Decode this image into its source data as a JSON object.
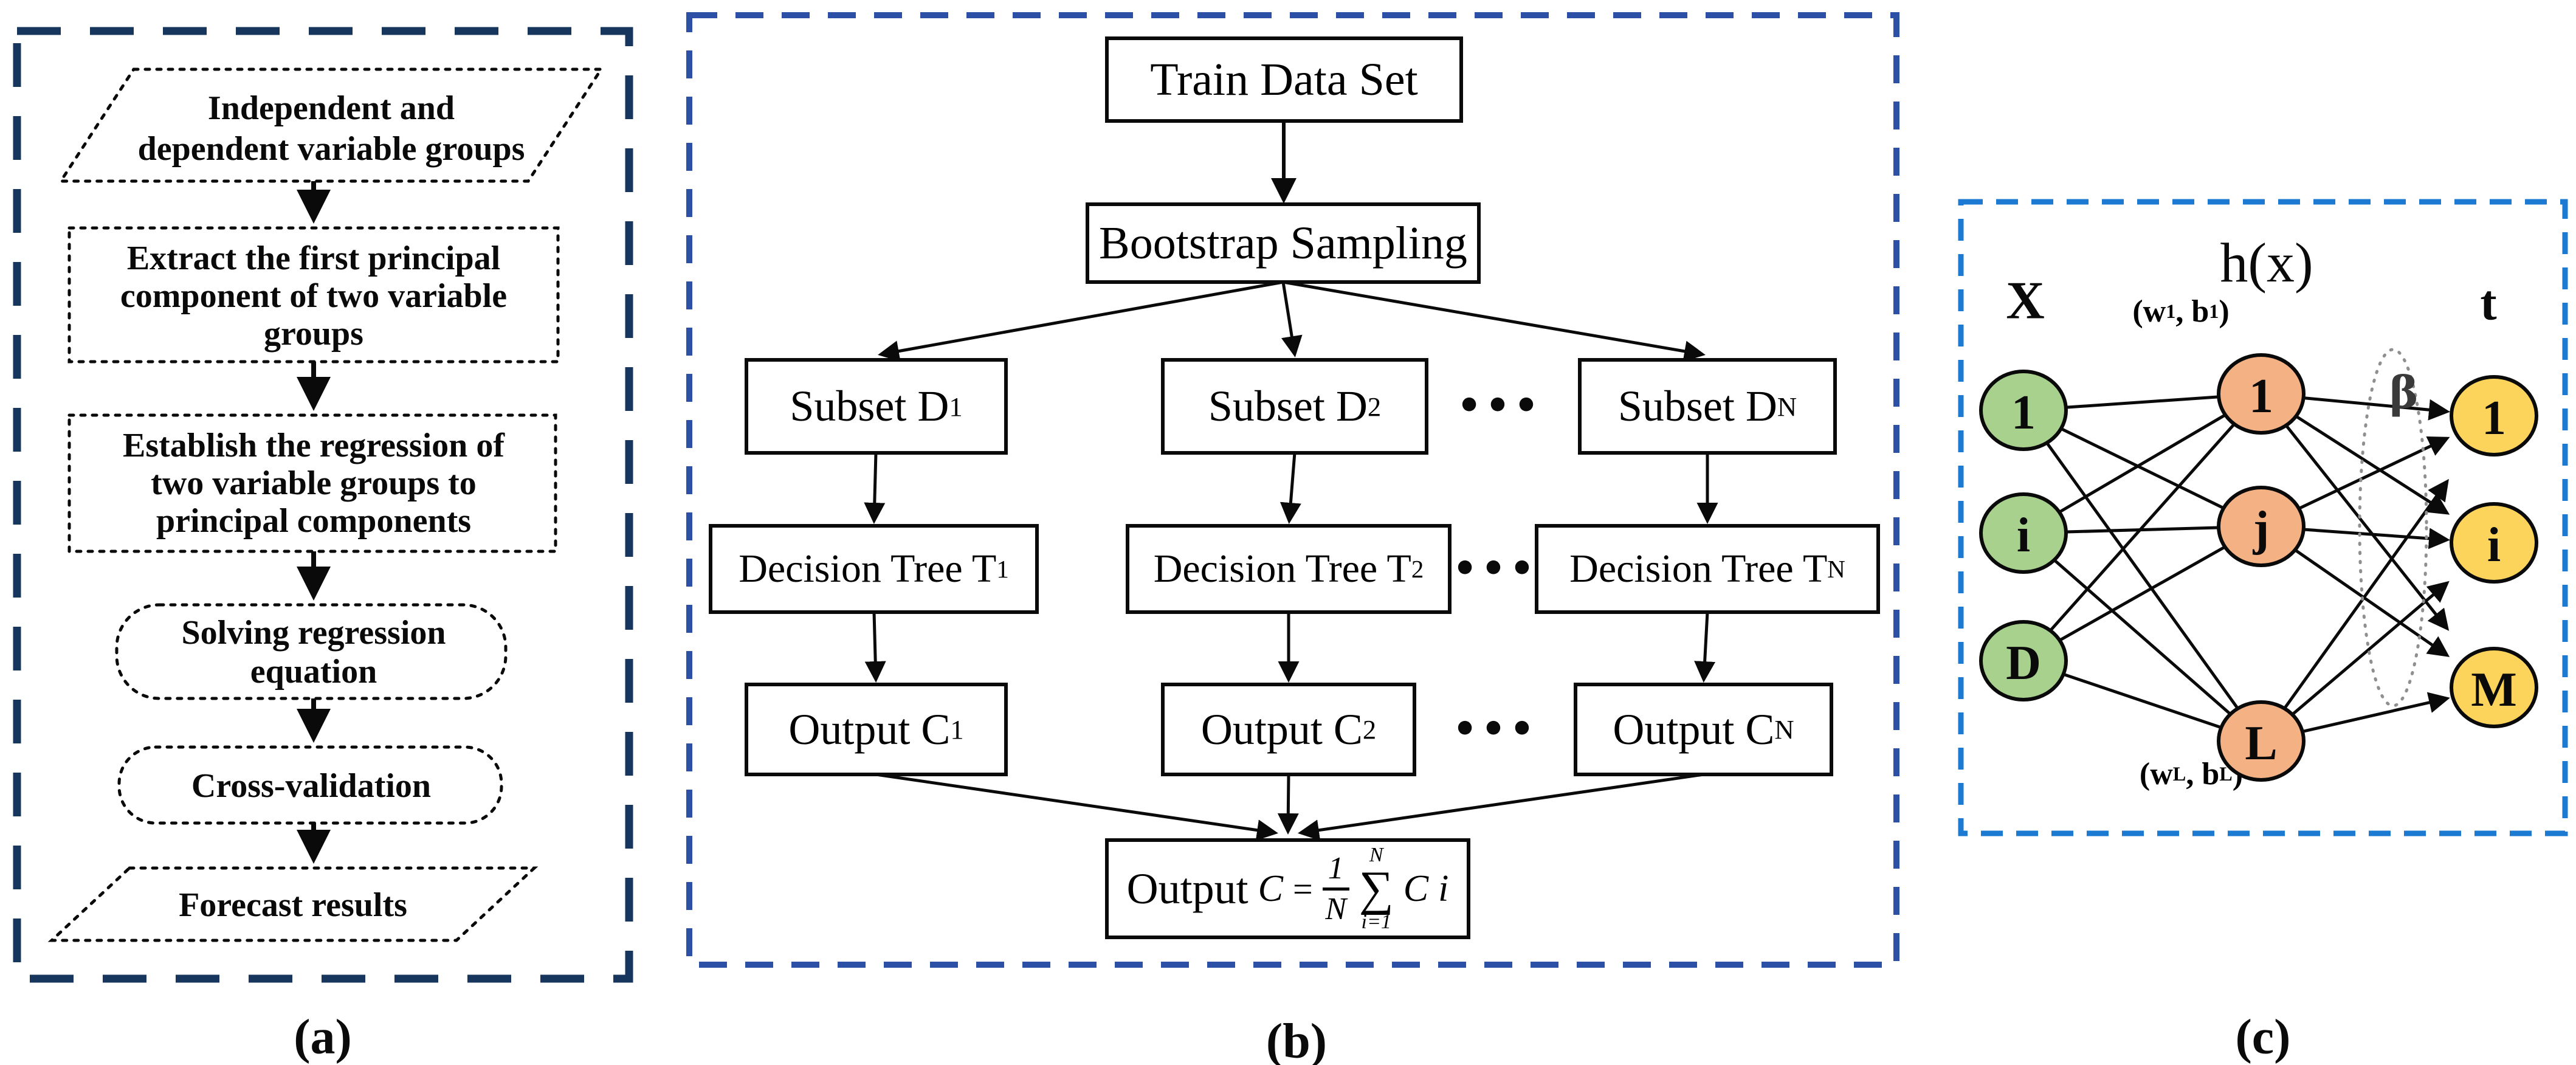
{
  "figure": {
    "panel_a": {
      "label": "(a)",
      "border_color": "#17365d",
      "steps": [
        {
          "shape": "parallelogram",
          "lines": [
            "Independent and",
            "dependent variable groups"
          ]
        },
        {
          "shape": "rect",
          "lines": [
            "Extract the first principal",
            "component of two variable",
            "groups"
          ]
        },
        {
          "shape": "rect",
          "lines": [
            "Establish the regression of",
            "two variable groups to",
            "principal components"
          ]
        },
        {
          "shape": "rounded",
          "lines": [
            "Solving regression",
            "equation"
          ]
        },
        {
          "shape": "rounded",
          "lines": [
            "Cross-validation"
          ]
        },
        {
          "shape": "parallelogram",
          "lines": [
            "Forecast results"
          ]
        }
      ]
    },
    "panel_b": {
      "label": "(b)",
      "border_color": "#2b50a5",
      "train": "Train Data Set",
      "bootstrap": "Bootstrap Sampling",
      "dots": "•••",
      "subsets": [
        {
          "text": "Subset D",
          "sub": "1"
        },
        {
          "text": "Subset D",
          "sub": "2"
        },
        {
          "text": "Subset D",
          "sub": "N"
        }
      ],
      "trees": [
        {
          "text": "Decision Tree T",
          "sub": "1"
        },
        {
          "text": "Decision Tree T",
          "sub": "2"
        },
        {
          "text": "Decision Tree T",
          "sub": "N"
        }
      ],
      "outputs": [
        {
          "text": "Output C",
          "sub": "1"
        },
        {
          "text": "Output C",
          "sub": "2"
        },
        {
          "text": "Output C",
          "sub": "N"
        }
      ],
      "final": {
        "label": "Output",
        "lhs": "C",
        "eq": "=",
        "num": "1",
        "den": "N",
        "sum_top": "N",
        "sigma": "∑",
        "sum_bot": "i=1",
        "rhs": "C",
        "rhs_sub": "i"
      }
    },
    "panel_c": {
      "label": "(c)",
      "border_color": "#1d7ad2",
      "title": "h(x)",
      "input_label": "X",
      "output_label": "t",
      "beta": "β",
      "weights_top": {
        "p1": "(w",
        "s1": "1",
        "p2": ", b",
        "s2": "1",
        "p3": ")"
      },
      "weights_bottom": {
        "p1": "(w",
        "s1": "L",
        "p2": ", b",
        "s2": "L",
        "p3": ")"
      },
      "input_nodes": [
        "1",
        "i",
        "D"
      ],
      "hidden_nodes": [
        "1",
        "j",
        "L"
      ],
      "output_nodes": [
        "1",
        "i",
        "M"
      ],
      "colors": {
        "input": "#a9d18e",
        "hidden": "#f4b183",
        "output": "#fcd45c"
      }
    }
  }
}
